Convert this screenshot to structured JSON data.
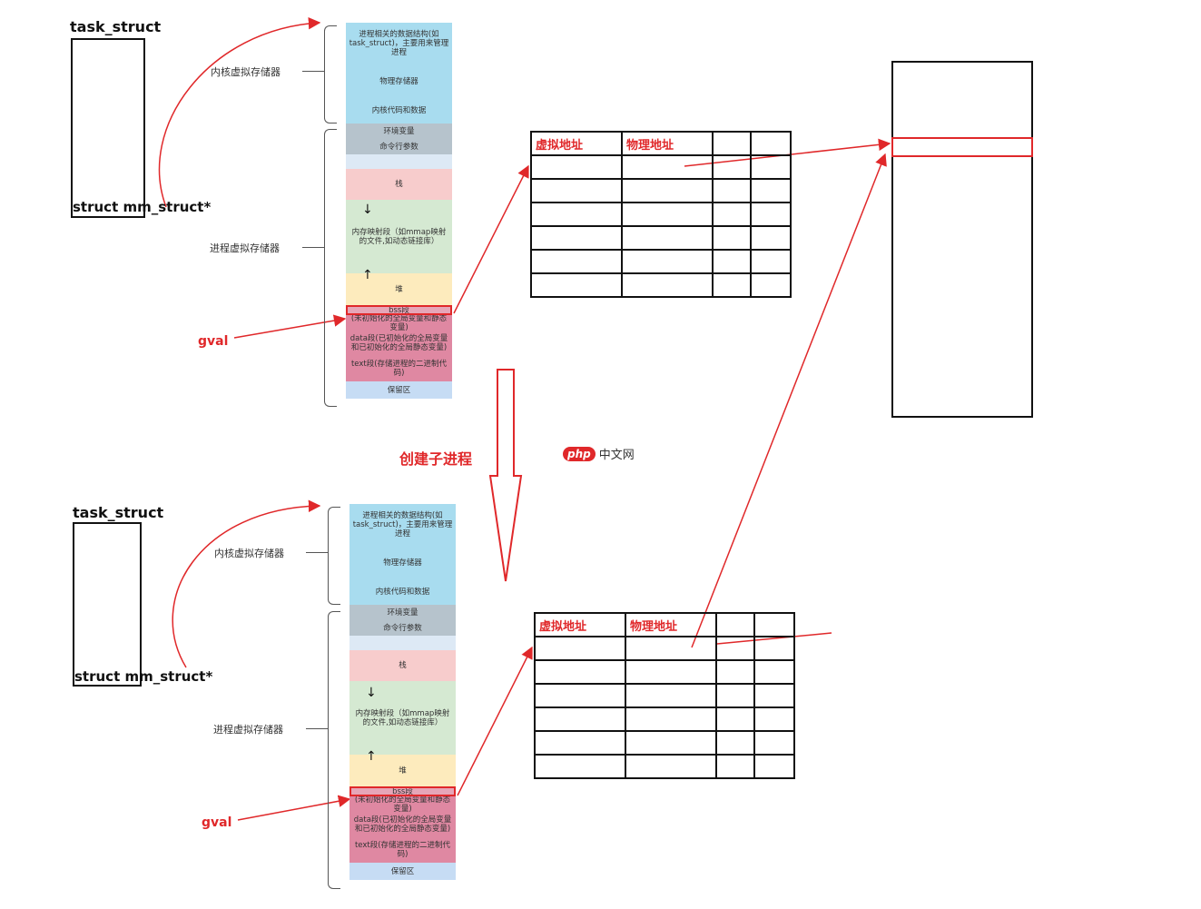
{
  "task_struct_label": "task_struct",
  "mm_struct_label": "struct mm_struct*",
  "gval_label": "gval",
  "kernel_label": "内核虚拟存储器",
  "process_label": "进程虚拟存储器",
  "regions": [
    {
      "key": "kernel_data",
      "text": "进程相关的数据结构(如task_struct)，主要用来管理进程",
      "color": "#a8dcef"
    },
    {
      "key": "physical_mem",
      "text": "物理存储器",
      "color": "#a8dcef"
    },
    {
      "key": "kernel_code",
      "text": "内核代码和数据",
      "color": "#a8dcef"
    },
    {
      "key": "env",
      "text": "环境变量",
      "color": "#b6c3cc"
    },
    {
      "key": "args",
      "text": "命令行参数",
      "color": "#b6c3cc"
    },
    {
      "key": "gap",
      "text": "",
      "color": "#dde9f5"
    },
    {
      "key": "stack",
      "text": "栈",
      "color": "#f7cccc"
    },
    {
      "key": "mmap",
      "text": "内存映射段（如mmap映射的文件,如动态链接库）",
      "color": "#d5e9d2"
    },
    {
      "key": "heap",
      "text": "堆",
      "color": "#fdebbd"
    },
    {
      "key": "bss",
      "text": "bss段",
      "color": "#e6a6b8"
    },
    {
      "key": "bss_note",
      "text": "(未初始化的全局变量和静态变量)",
      "color": "#df88a2"
    },
    {
      "key": "data",
      "text": "data段(已初始化的全局变量和已初始化的全局静态变量)",
      "color": "#df88a2"
    },
    {
      "key": "text",
      "text": "text段(存储进程的二进制代码)",
      "color": "#df88a2"
    },
    {
      "key": "reserved",
      "text": "保留区",
      "color": "#c6dcf4"
    }
  ],
  "page_table": {
    "headers": [
      "虚拟地址",
      "物理地址",
      "",
      ""
    ],
    "rows": 6
  },
  "create_child_label": "创建子进程",
  "logo": {
    "php": "php",
    "text": "中文网"
  },
  "colors": {
    "accent": "#e0282a",
    "line": "#111111"
  }
}
